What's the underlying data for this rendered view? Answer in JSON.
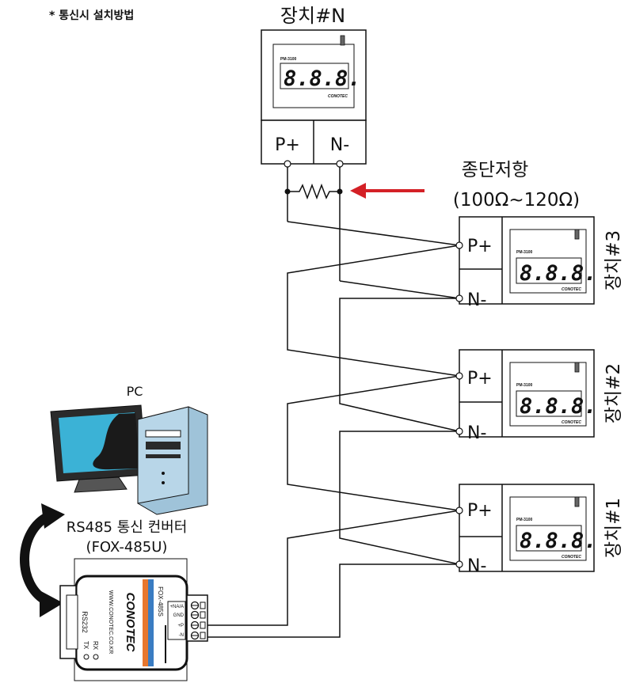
{
  "note": "* 통신시 설치방법",
  "device_n": {
    "title": "장치#N",
    "model": "PM-3100",
    "display": "8.8.8.",
    "brand": "CONOTEC",
    "p_label": "P+",
    "n_label": "N-"
  },
  "terminator": {
    "label": "종단저항",
    "value": "(100Ω~120Ω)",
    "arrow_color": "#d42026"
  },
  "devices": [
    {
      "label": "장치#3",
      "model": "PM-3100",
      "display": "8.8.8.",
      "brand": "CONOTEC",
      "p_label": "P+",
      "n_label": "N-"
    },
    {
      "label": "장치#2",
      "model": "PM-3100",
      "display": "8.8.8.",
      "brand": "CONOTEC",
      "p_label": "P+",
      "n_label": "N-"
    },
    {
      "label": "장치#1",
      "model": "PM-3100",
      "display": "8.8.8.",
      "brand": "CONOTEC",
      "p_label": "P+",
      "n_label": "N-"
    }
  ],
  "pc": {
    "label": "PC"
  },
  "converter": {
    "title": "RS485 통신 컨버터",
    "model": "(FOX-485U)",
    "brand": "CONOTEC",
    "url": "WWW.CONOTEC.CO.KR",
    "model_side": "FOX-485S",
    "port": "RS232",
    "rx": "RX",
    "tx": "TX",
    "terminals": [
      "+NA/A",
      "GND",
      "+P",
      "-N"
    ]
  }
}
